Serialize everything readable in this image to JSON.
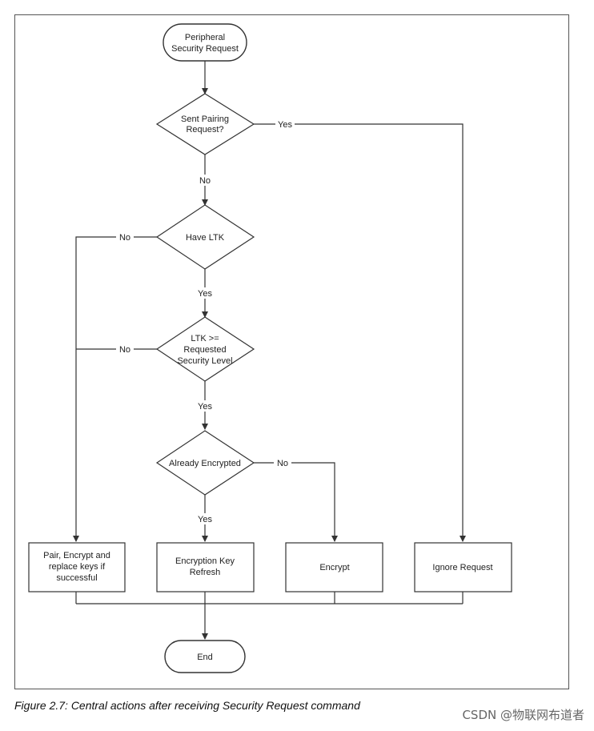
{
  "diagram": {
    "nodes": {
      "start": {
        "lines": [
          "Peripheral",
          "Security Request"
        ]
      },
      "sent_pairing": {
        "lines": [
          "Sent Pairing",
          "Request?"
        ]
      },
      "have_ltk": {
        "lines": [
          "Have LTK"
        ]
      },
      "ltk_level": {
        "lines": [
          "LTK >=",
          "Requested",
          "Security Level"
        ]
      },
      "already_encrypted": {
        "lines": [
          "Already Encrypted"
        ]
      },
      "pair_encrypt": {
        "lines": [
          "Pair, Encrypt and",
          "replace keys if",
          "successful"
        ]
      },
      "key_refresh": {
        "lines": [
          "Encryption Key",
          "Refresh"
        ]
      },
      "encrypt": {
        "lines": [
          "Encrypt"
        ]
      },
      "ignore": {
        "lines": [
          "Ignore Request"
        ]
      },
      "end": {
        "lines": [
          "End"
        ]
      }
    },
    "edge_labels": {
      "sent_yes": "Yes",
      "sent_no": "No",
      "ltk_no": "No",
      "ltk_yes": "Yes",
      "level_no": "No",
      "level_yes": "Yes",
      "enc_no": "No",
      "enc_yes": "Yes"
    },
    "colors": {
      "stroke": "#333333",
      "text": "#222222",
      "fill": "#ffffff"
    }
  },
  "caption": "Figure 2.7:  Central actions after receiving Security Request command",
  "watermark": "CSDN @物联网布道者"
}
